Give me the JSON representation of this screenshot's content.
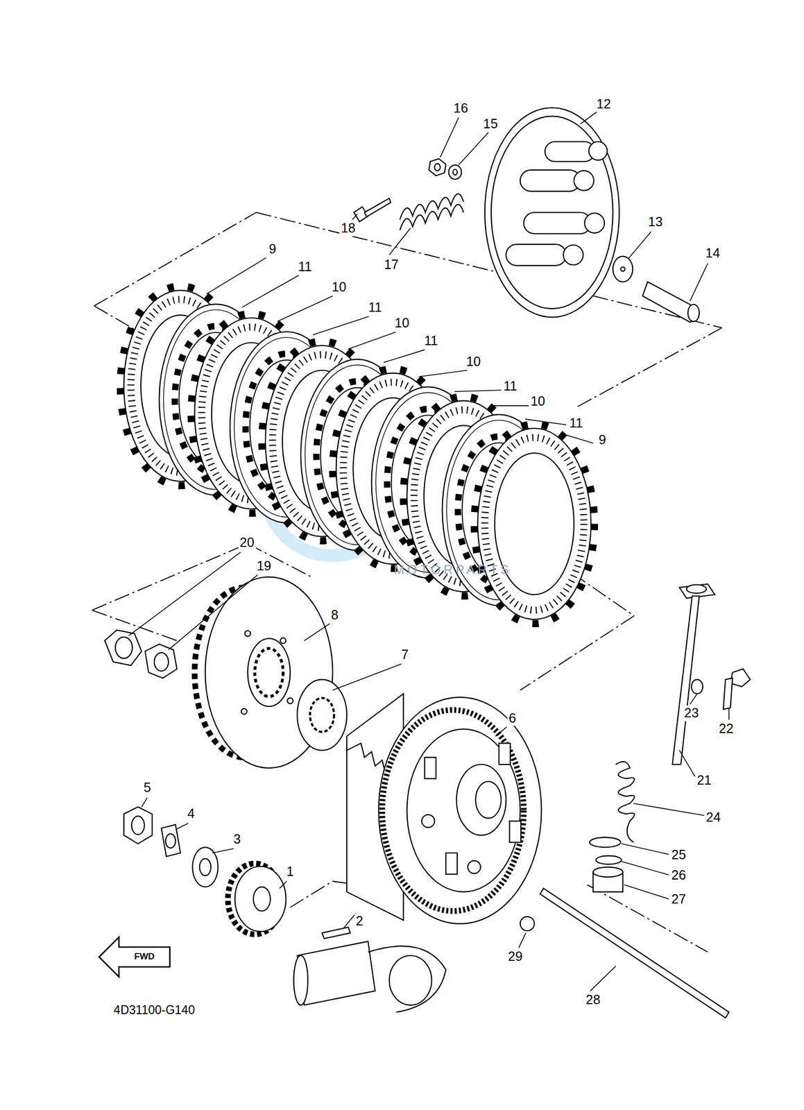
{
  "diagram": {
    "labels": [
      "16",
      "12",
      "15",
      "18",
      "13",
      "9",
      "14",
      "17",
      "11",
      "10",
      "11",
      "10",
      "11",
      "10",
      "11",
      "10",
      "11",
      "9",
      "20",
      "19",
      "MOTORPARTS",
      "8",
      "7",
      "23",
      "6",
      "22",
      "21",
      "5",
      "4",
      "24",
      "3",
      "25",
      "1",
      "26",
      "27",
      "2",
      "29",
      "FWD",
      "28",
      "4D31100-G140"
    ]
  }
}
